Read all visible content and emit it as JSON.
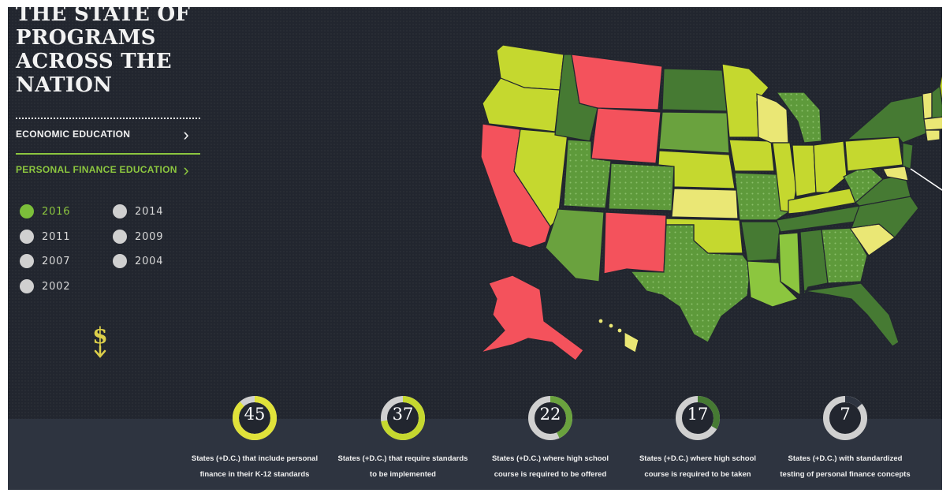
{
  "title": "THE STATE OF PROGRAMS ACROSS THE NATION",
  "nav": {
    "economic_label": "ECONOMIC EDUCATION",
    "personal_finance_label": "PERSONAL FINANCE EDUCATION",
    "chevron": "›"
  },
  "years": [
    {
      "label": "2016",
      "active": true
    },
    {
      "label": "2014",
      "active": false
    },
    {
      "label": "2011",
      "active": false
    },
    {
      "label": "2009",
      "active": false
    },
    {
      "label": "2007",
      "active": false
    },
    {
      "label": "2004",
      "active": false
    },
    {
      "label": "2002",
      "active": false
    }
  ],
  "colors": {
    "green_light": "#c5d82f",
    "green_mid": "#6aa23e",
    "green_dark": "#467a33",
    "yellow_pale": "#eae775",
    "red": "#f4525c",
    "accent_green": "#8cc63f",
    "ring_yellow": "#e0e23a",
    "ring_grey": "#d0d0d0"
  },
  "map_icons": [
    "dollar-scroll-icon"
  ],
  "chart_data": {
    "type": "donut",
    "total": 51,
    "series": [
      {
        "value": 45,
        "label": "States (+D.C.) that include personal finance in their K-12 standards",
        "color": "#e0e23a"
      },
      {
        "value": 37,
        "label": "States (+D.C.) that require standards to be implemented",
        "color": "#c5d82f"
      },
      {
        "value": 22,
        "label": "States (+D.C.) where high school course is required to be offered",
        "color": "#6aa23e"
      },
      {
        "value": 17,
        "label": "States (+D.C.) where high school course is required to be taken",
        "color": "#467a33"
      },
      {
        "value": 7,
        "label": "States (+D.C.) with standardized testing of personal finance concepts",
        "color": "#2e3440"
      }
    ]
  }
}
